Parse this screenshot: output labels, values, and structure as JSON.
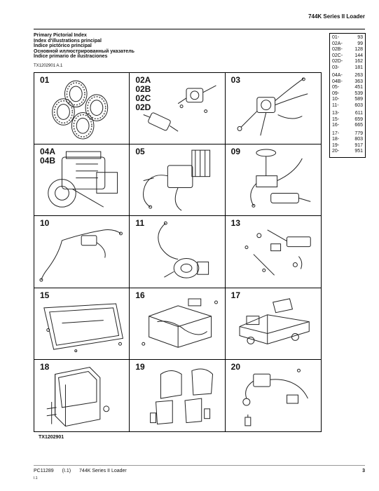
{
  "header": {
    "title": "744K Series II Loader"
  },
  "heading": {
    "lines": [
      "Primary Pictorial Index",
      "Index d'illustrations principal",
      "Índice pictórico principal",
      "Основной иллюстрированный указатель",
      "Índice primario de ilustraciones"
    ],
    "image_ref": "TX1202901 A.1"
  },
  "index": [
    {
      "label": "01-",
      "page": "93"
    },
    {
      "label": "02A-",
      "page": "99"
    },
    {
      "label": "02B-",
      "page": "128"
    },
    {
      "label": "02C-",
      "page": "144"
    },
    {
      "label": "02D-",
      "page": "162"
    },
    {
      "label": "03-",
      "page": "181"
    },
    {
      "label": "04A-",
      "page": "263"
    },
    {
      "label": "04B-",
      "page": "363"
    },
    {
      "label": "05-",
      "page": "451"
    },
    {
      "label": "09-",
      "page": "539"
    },
    {
      "label": "10-",
      "page": "589"
    },
    {
      "label": "11-",
      "page": "603"
    },
    {
      "label": "13-",
      "page": "611"
    },
    {
      "label": "15-",
      "page": "659"
    },
    {
      "label": "16-",
      "page": "665"
    },
    {
      "label": "17-",
      "page": "779"
    },
    {
      "label": "18-",
      "page": "803"
    },
    {
      "label": "19-",
      "page": "917"
    },
    {
      "label": "20-",
      "page": "951"
    }
  ],
  "cells": [
    {
      "label": "01",
      "art": "tires-icon"
    },
    {
      "label": "02A\n02B\n02C\n02D",
      "art": "drivetrain-icon"
    },
    {
      "label": "03",
      "art": "brake-lines-icon"
    },
    {
      "label": "04A\n04B",
      "art": "engine-icon"
    },
    {
      "label": "05",
      "art": "engine-assembly-icon"
    },
    {
      "label": "09",
      "art": "steering-icon"
    },
    {
      "label": "10",
      "art": "wiring-harness-icon"
    },
    {
      "label": "11",
      "art": "pump-icon"
    },
    {
      "label": "13",
      "art": "linkage-icon"
    },
    {
      "label": "15",
      "art": "shield-panel-icon"
    },
    {
      "label": "16",
      "art": "harness-frame-icon"
    },
    {
      "label": "17",
      "art": "frame-icon"
    },
    {
      "label": "18",
      "art": "cab-icon"
    },
    {
      "label": "19",
      "art": "fenders-icon"
    },
    {
      "label": "20",
      "art": "accessories-icon"
    }
  ],
  "grid_ref": "TX1202901",
  "footer": {
    "doc_id": "PC11289",
    "revision": "(I.1)",
    "model": "744K Series II Loader",
    "page": "3",
    "small": "I.1"
  }
}
